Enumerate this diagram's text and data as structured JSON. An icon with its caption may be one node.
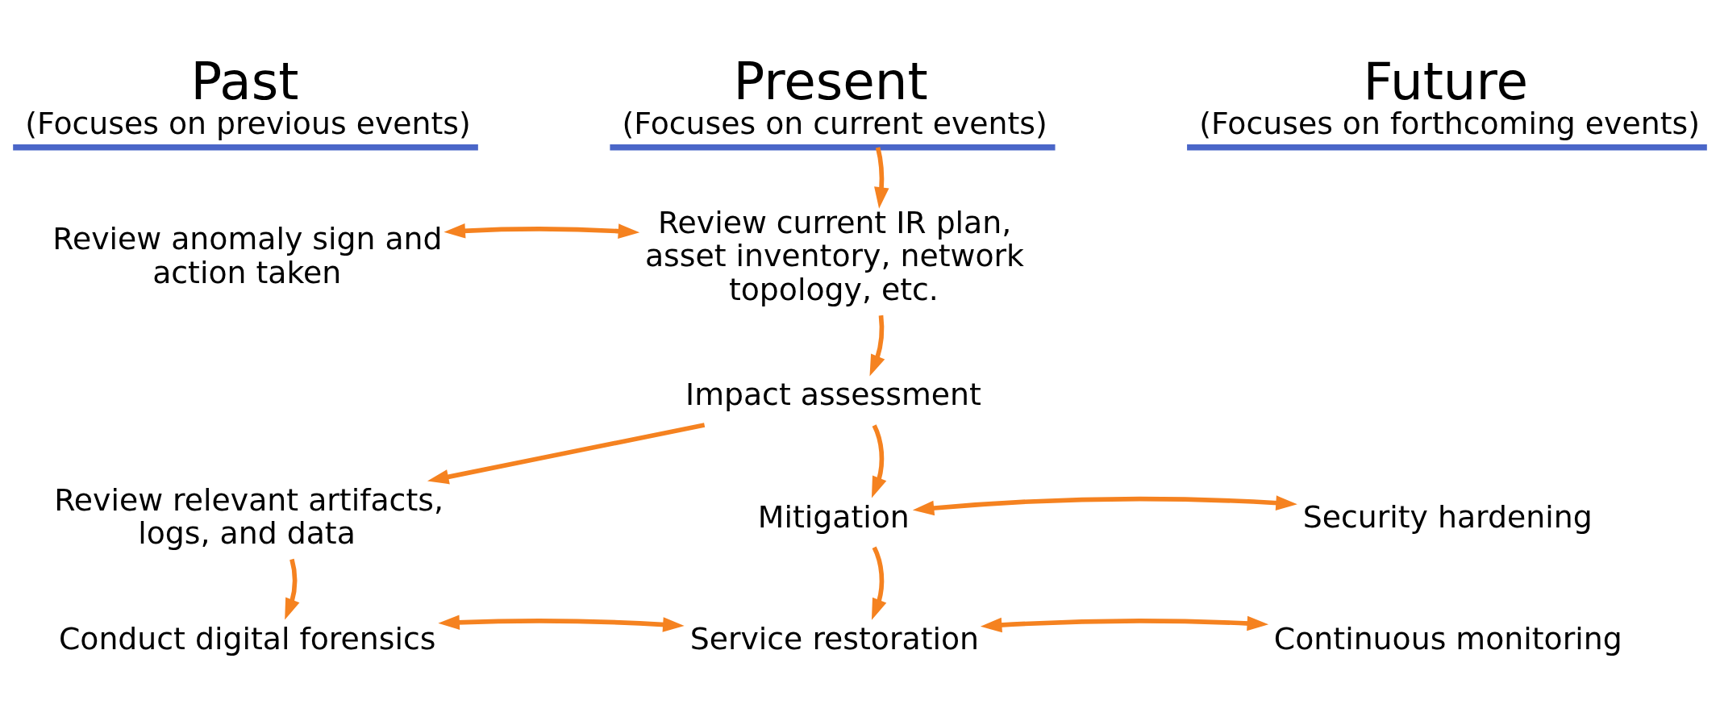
{
  "diagram": {
    "nodes": [
      {
        "text": [
          "Past",
          "(Focuses on previous events)"
        ]
      },
      {
        "text": [
          "Present",
          "(Focuses on current events)"
        ]
      },
      {
        "text": [
          "Future",
          "(Focuses on forthcoming events)"
        ]
      },
      {
        "text": [
          "Review anomaly sign and action taken"
        ]
      },
      {
        "text": [
          "Review current IR plan, asset inventory, network topology, etc."
        ]
      },
      {
        "text": [
          "Impact assessment"
        ]
      },
      {
        "text": [
          "Review relevant artifacts, logs, and data"
        ]
      },
      {
        "text": [
          "Mitigation"
        ]
      },
      {
        "text": [
          "Security hardening"
        ]
      },
      {
        "text": [
          "Conduct digital forensics"
        ]
      },
      {
        "text": [
          "Service restoration"
        ]
      },
      {
        "text": [
          "Continuous monitoring"
        ]
      }
    ],
    "edges": [
      {
        "from": 1,
        "to": 4,
        "arrow": "to"
      },
      {
        "from": 3,
        "to": 4,
        "arrow": "both"
      },
      {
        "from": 4,
        "to": 5,
        "arrow": "to"
      },
      {
        "from": 5,
        "to": 6,
        "arrow": "to"
      },
      {
        "from": 5,
        "to": 7,
        "arrow": "to"
      },
      {
        "from": 7,
        "to": 8,
        "arrow": "both"
      },
      {
        "from": 6,
        "to": 9,
        "arrow": "to"
      },
      {
        "from": 7,
        "to": 10,
        "arrow": "to"
      },
      {
        "from": 9,
        "to": 10,
        "arrow": "both"
      },
      {
        "from": 10,
        "to": 11,
        "arrow": "both"
      }
    ]
  }
}
